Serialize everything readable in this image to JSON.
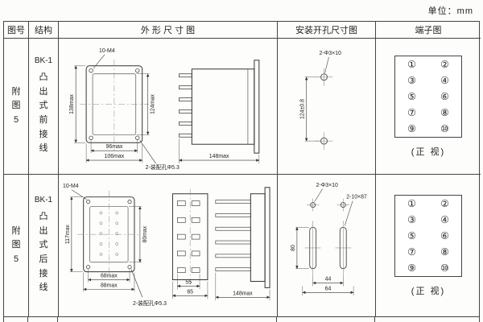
{
  "page": {
    "unit": "单位：mm"
  },
  "headers": {
    "fig": "图号",
    "structure": "结构",
    "outline": "外 形 尺 寸 图",
    "mounting": "安装开孔尺寸图",
    "terminal": "端子图"
  },
  "row1": {
    "fig": "附\n图\n5",
    "model": "BK-1",
    "structure": "凸\n出\n式\n前\n接\n线",
    "outline": {
      "screw_label": "10-M4",
      "height_outer": "138max",
      "height_inner": "124max",
      "width_inner": "96max",
      "width_outer": "106max",
      "hole_label": "2-装配孔Φ5.3",
      "depth": "148max"
    },
    "mounting": {
      "hole_label": "2-Φ3×10",
      "vertical_dim": "124±0.8"
    },
    "terminal": {
      "nums": [
        "①",
        "②",
        "③",
        "④",
        "⑤",
        "⑥",
        "⑦",
        "⑧",
        "⑨",
        "⑩"
      ],
      "caption": "(正 视)"
    }
  },
  "row2": {
    "fig": "附\n图\n5",
    "model": "BK-1",
    "structure": "凸\n出\n式\n后\n接\n线",
    "outline": {
      "screw_label": "10-M4",
      "height_outer": "117max",
      "height_inner": "80max",
      "width_inner": "68max",
      "width_outer": "88max",
      "hole_label": "2-装配孔Φ5.3",
      "rear_inner": "55",
      "rear_outer": "65",
      "depth": "148max"
    },
    "mounting": {
      "hole_label": "2-Φ3×10",
      "slot_label": "2-10×87",
      "height_dim": "80",
      "center_dim": "44",
      "outer_dim": "64"
    },
    "terminal": {
      "nums": [
        "①",
        "②",
        "③",
        "④",
        "⑤",
        "⑥",
        "⑦",
        "⑧",
        "⑨",
        "⑩"
      ],
      "caption": "(正 视)"
    }
  }
}
